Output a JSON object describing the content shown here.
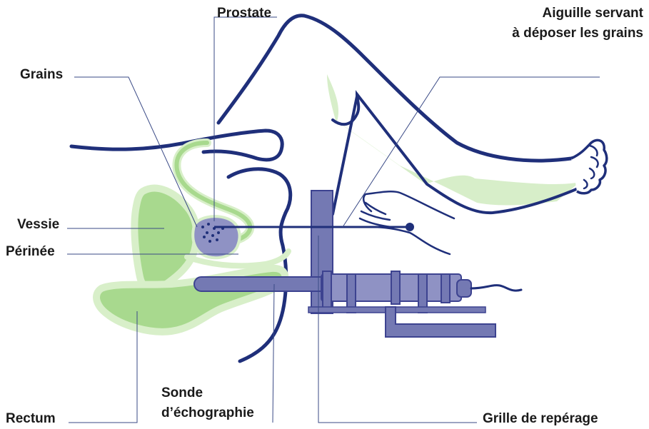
{
  "labels": {
    "prostate": "Prostate",
    "needle_line1": "Aiguille servant",
    "needle_line2": "à déposer les grains",
    "grains": "Grains",
    "vessie": "Vessie",
    "perinee": "Périnée",
    "sonde_line1": "Sonde",
    "sonde_line2": "d’échographie",
    "rectum": "Rectum",
    "grille": "Grille de repérage"
  },
  "colors": {
    "outline": "#1f2f7a",
    "organ_fill": "#a8d98e",
    "organ_border": "#d8efc9",
    "prostate_fill": "#8f92c4",
    "device_fill": "#7479b3",
    "device_stroke": "#3d4390",
    "leader": "#3a4a86",
    "text": "#1a1a1a"
  }
}
